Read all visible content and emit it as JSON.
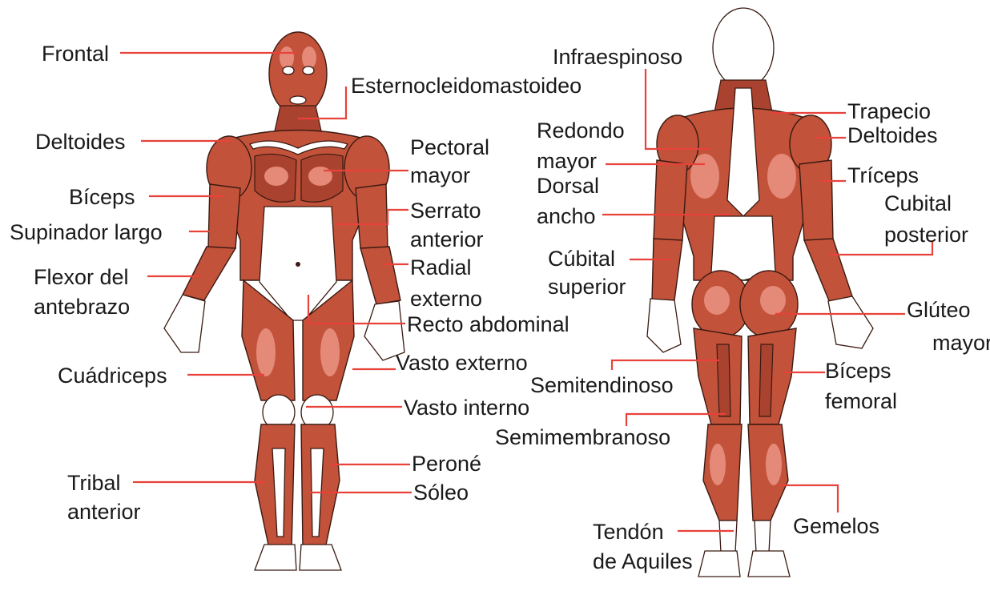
{
  "colors": {
    "leader": "#e8423a",
    "muscle": "#c2523a",
    "muscle_dark": "#a9432f",
    "muscle_light": "#e58a78",
    "tendon": "#ffffff",
    "outline": "#3a1a12",
    "text": "#1a1a1a"
  },
  "anterior_labels": {
    "frontal": "Frontal",
    "esternocleidomastoideo": "Esternocleidomastoideo",
    "deltoides": "Deltoides",
    "pectoral_1": "Pectoral",
    "pectoral_2": "mayor",
    "biceps": "Bíceps",
    "serrato_1": "Serrato",
    "serrato_2": "anterior",
    "supinador": "Supinador largo",
    "radial_1": "Radial",
    "radial_2": "externo",
    "flexor_1": "Flexor del",
    "flexor_2": "antebrazo",
    "recto": "Recto abdominal",
    "vasto_externo": "Vasto externo",
    "cuadriceps": "Cuádriceps",
    "vasto_interno": "Vasto interno",
    "perone": "Peroné",
    "tribal_1": "Tribal",
    "tribal_2": "anterior",
    "soleo": "Sóleo"
  },
  "posterior_labels": {
    "infraespinoso": "Infraespinoso",
    "trapecio": "Trapecio",
    "deltoides": "Deltoides",
    "redondo_1": "Redondo",
    "redondo_2": "mayor",
    "triceps": "Tríceps",
    "dorsal_1": "Dorsal",
    "dorsal_2": "ancho",
    "cubital_post_1": "Cubital",
    "cubital_post_2": "posterior",
    "cubital_sup_1": "Cúbital",
    "cubital_sup_2": "superior",
    "gluteo_1": "Glúteo",
    "gluteo_2": "mayor",
    "semitendinoso": "Semitendinoso",
    "biceps_fem_1": "Bíceps",
    "biceps_fem_2": "femoral",
    "semimembranoso": "Semimembranoso",
    "tendon_1": "Tendón",
    "tendon_2": "de Aquiles",
    "gemelos": "Gemelos"
  }
}
